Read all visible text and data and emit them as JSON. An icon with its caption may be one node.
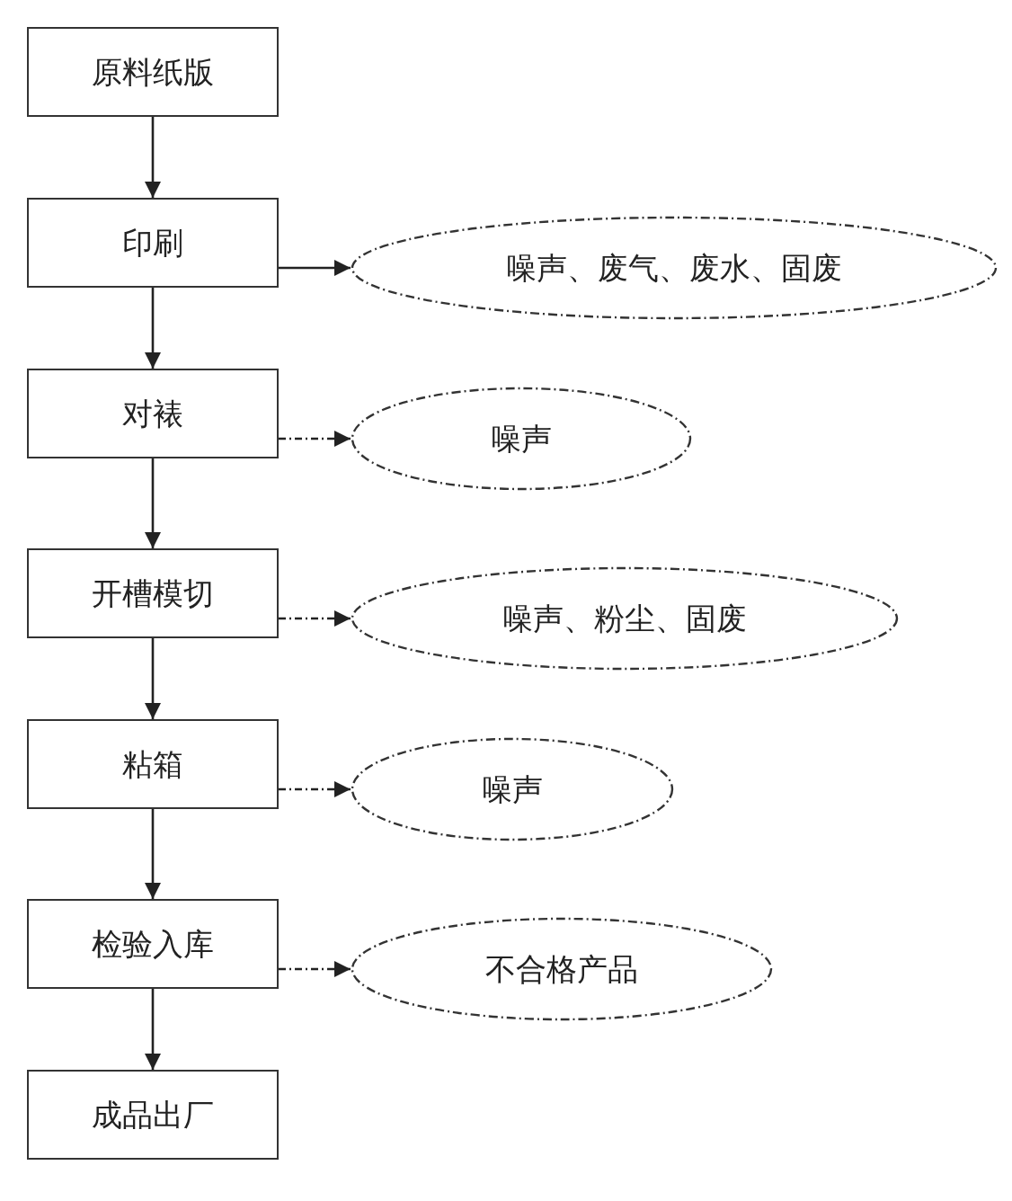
{
  "diagram": {
    "nodes": [
      {
        "text": [
          "原料纸版"
        ]
      },
      {
        "text": [
          "印刷"
        ]
      },
      {
        "text": [
          "对裱"
        ]
      },
      {
        "text": [
          "开槽模切"
        ]
      },
      {
        "text": [
          "粘箱"
        ]
      },
      {
        "text": [
          "检验入库"
        ]
      },
      {
        "text": [
          "成品出厂"
        ]
      },
      {
        "text": [
          "噪声、废气、废水、固废"
        ]
      },
      {
        "text": [
          "噪声"
        ]
      },
      {
        "text": [
          "噪声、粉尘、固废"
        ]
      },
      {
        "text": [
          "噪声"
        ]
      },
      {
        "text": [
          "不合格产品"
        ]
      }
    ],
    "edges": [
      {
        "from": 0,
        "to": 1,
        "arrow": "to"
      },
      {
        "from": 1,
        "to": 2,
        "arrow": "to"
      },
      {
        "from": 2,
        "to": 3,
        "arrow": "to"
      },
      {
        "from": 3,
        "to": 4,
        "arrow": "to"
      },
      {
        "from": 4,
        "to": 5,
        "arrow": "to"
      },
      {
        "from": 5,
        "to": 6,
        "arrow": "to"
      },
      {
        "from": 1,
        "to": 7,
        "arrow": "to"
      },
      {
        "from": 2,
        "to": 8,
        "arrow": "to",
        "style": "dashed"
      },
      {
        "from": 3,
        "to": 9,
        "arrow": "to",
        "style": "dashed"
      },
      {
        "from": 4,
        "to": 10,
        "arrow": "to",
        "style": "dashed"
      },
      {
        "from": 5,
        "to": 11,
        "arrow": "to",
        "style": "dashed"
      }
    ]
  }
}
